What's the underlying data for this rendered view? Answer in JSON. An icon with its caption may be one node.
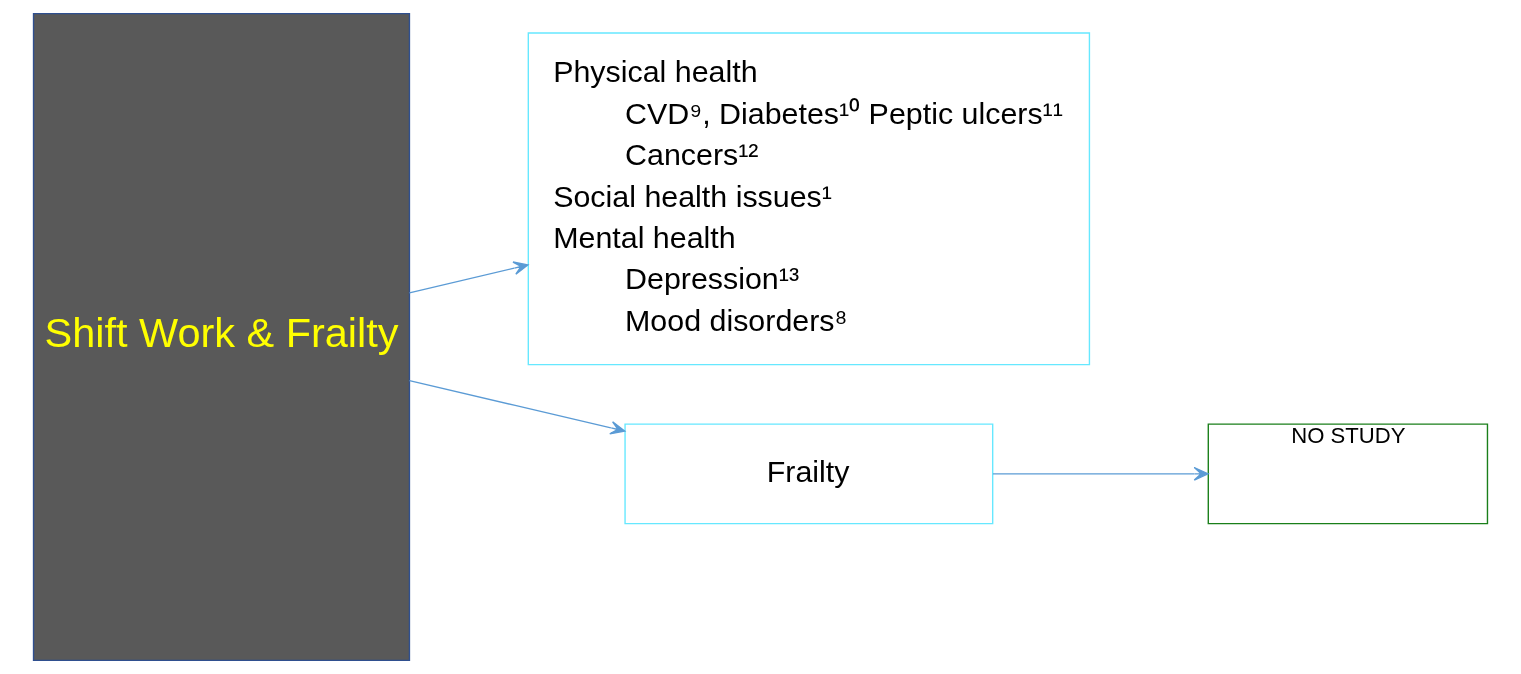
{
  "diagram": {
    "nodes": [
      {
        "text": [
          "Shift Work & Frailty"
        ]
      },
      {
        "text": [
          "Physical health",
          "CVD⁹, Diabetes¹⁰ Peptic ulcers¹¹",
          "Cancers¹²",
          "Social health issues¹",
          "Mental health",
          "Depression¹³",
          "Mood disorders⁸"
        ]
      },
      {
        "text": [
          "Frailty"
        ]
      },
      {
        "text": [
          "NO STUDY"
        ]
      }
    ],
    "edges": [
      {
        "from": 0,
        "to": 1,
        "arrow": "to"
      },
      {
        "from": 0,
        "to": 2,
        "arrow": "to"
      },
      {
        "from": 2,
        "to": 3,
        "arrow": "to"
      }
    ]
  }
}
